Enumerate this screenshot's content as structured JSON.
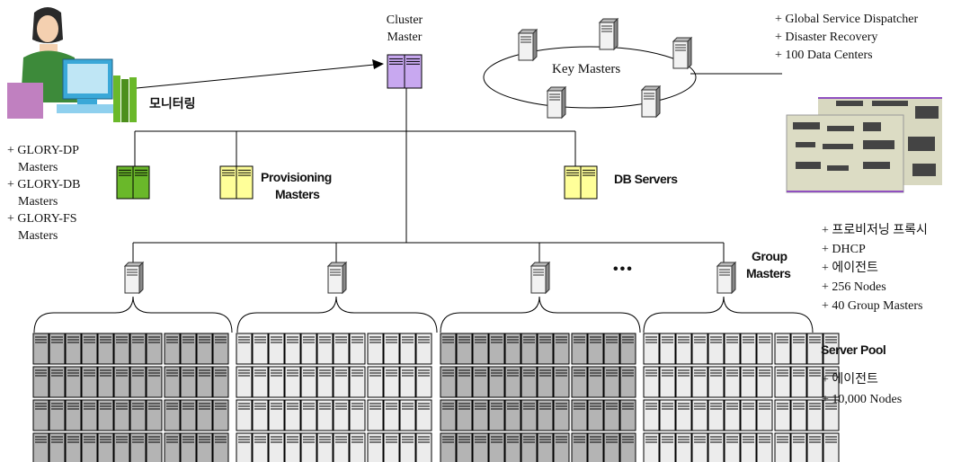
{
  "labels": {
    "cluster_master": [
      "Cluster",
      "Master"
    ],
    "key_masters": "Key Masters",
    "monitoring": "모니터링",
    "provisioning_masters": [
      "Provisioning",
      "Masters"
    ],
    "db_servers": "DB Servers",
    "group_masters": [
      "Group",
      "Masters"
    ],
    "server_pool": "Server Pool",
    "ellipsis": "•••"
  },
  "top_right_bullets": [
    "+ Global Service Dispatcher",
    "+ Disaster Recovery",
    "+ 100 Data Centers"
  ],
  "left_bullets": [
    {
      "line1": "+ GLORY-DP",
      "line2": "Masters"
    },
    {
      "line1": "+ GLORY-DB",
      "line2": "Masters"
    },
    {
      "line1": "+ GLORY-FS",
      "line2": "Masters"
    }
  ],
  "group_bullets": [
    "+ 프로비저닝 프록시",
    "+ DHCP",
    "+ 에이전트",
    "+ 256 Nodes",
    "+ 40 Group Masters"
  ],
  "pool_bullets": [
    "+ 에이전트",
    "+ 10,000 Nodes"
  ],
  "colors": {
    "cluster_master": "#c8a8f0",
    "glory_masters": "#6ab82a",
    "provisioning": "#ffff99",
    "server_dark": "#b4b4b4",
    "server_light": "#ececec"
  },
  "icons": [
    "person-at-computer-icon",
    "datacenter-map-icon",
    "server-tower-icon",
    "rack-server-icon"
  ]
}
